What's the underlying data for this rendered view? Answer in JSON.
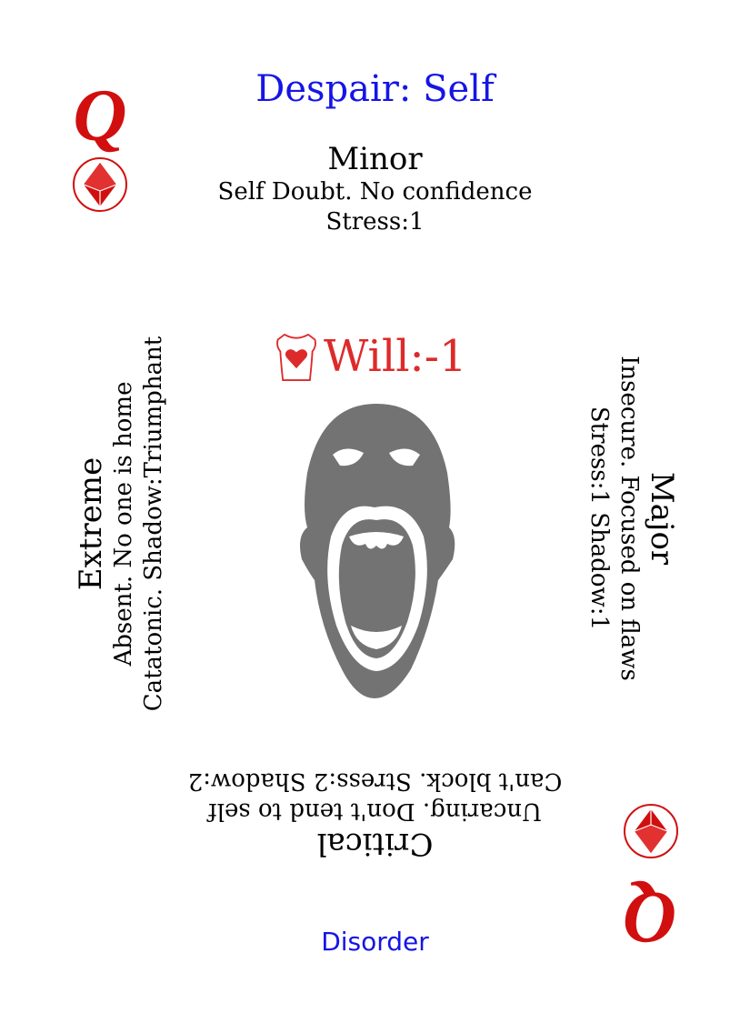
{
  "card": {
    "rank": "Q",
    "title": "Despair: Self",
    "minor": {
      "heading": "Minor",
      "line1": "Self Doubt. No confidence",
      "line2": "Stress:1"
    },
    "major": {
      "heading": "Major",
      "line1": "Insecure. Focused on flaws",
      "line2": "Stress:1 Shadow:1"
    },
    "critical": {
      "heading": "Critical",
      "line1": "Uncaring. Don't tend to self",
      "line2": "Can't block. Stress:2 Shadow:2"
    },
    "extreme": {
      "heading": "Extreme",
      "line1": "Absent. No one is home",
      "line2": "Catatonic. Shadow:Triumphant"
    },
    "attribute": {
      "icon": "heart-torso-icon",
      "text": "Will:-1"
    },
    "footer": "Disorder",
    "colors": {
      "rank": "#d10f0f",
      "title": "#1515e6",
      "attribute": "#dd2a2a",
      "art": "#737373"
    }
  }
}
